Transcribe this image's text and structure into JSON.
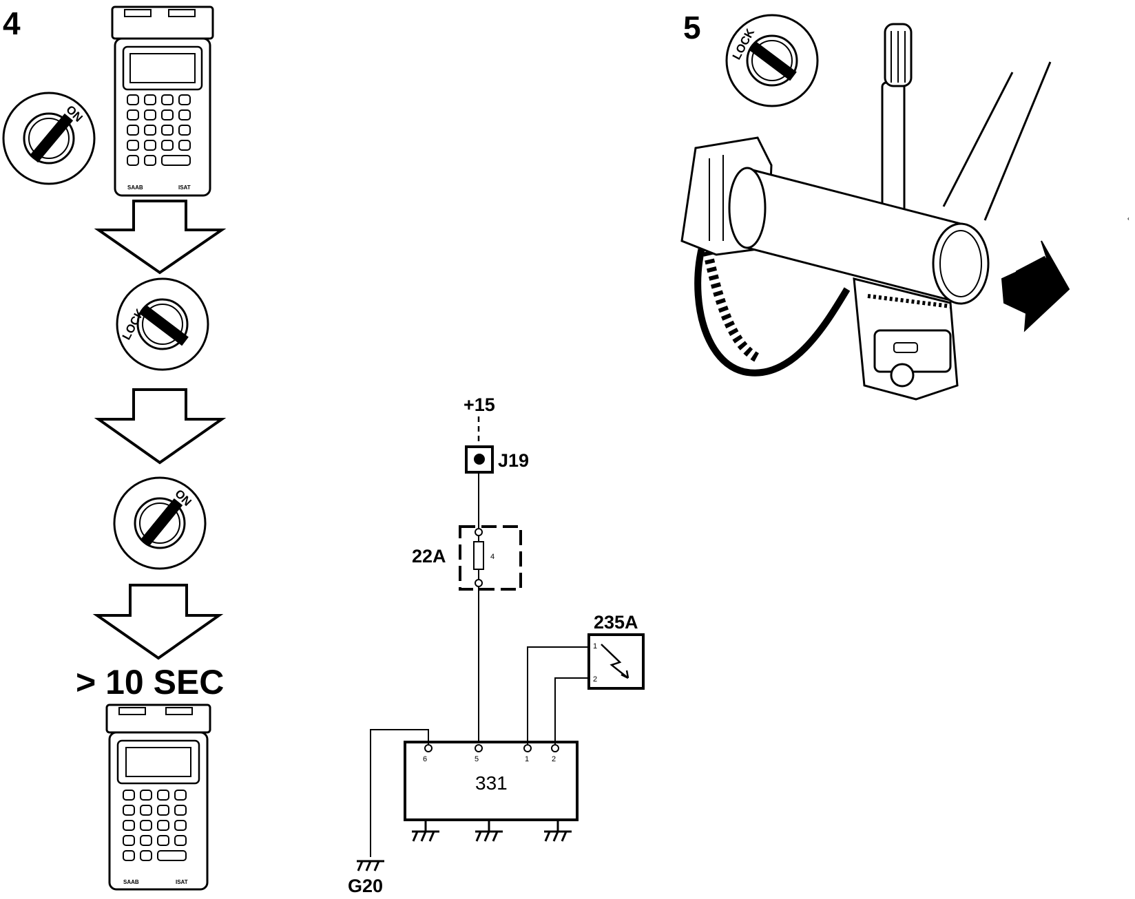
{
  "steps": {
    "step4": "4",
    "step5": "5",
    "duration": "> 10 SEC"
  },
  "ignition": {
    "on": "ON",
    "lock": "LOCK"
  },
  "tester": {
    "brand_left": "SAAB",
    "brand_right": "ISAT"
  },
  "schematic": {
    "supply": "+15",
    "junction": "J19",
    "fuse_box": "22A",
    "fuse_number": "4",
    "sensor": "235A",
    "sensor_pin1": "1",
    "sensor_pin2": "2",
    "module": "331",
    "module_pins": [
      "6",
      "5",
      "1",
      "2"
    ],
    "ground": "G20"
  },
  "colors": {
    "ink": "#000000",
    "paper": "#ffffff"
  }
}
